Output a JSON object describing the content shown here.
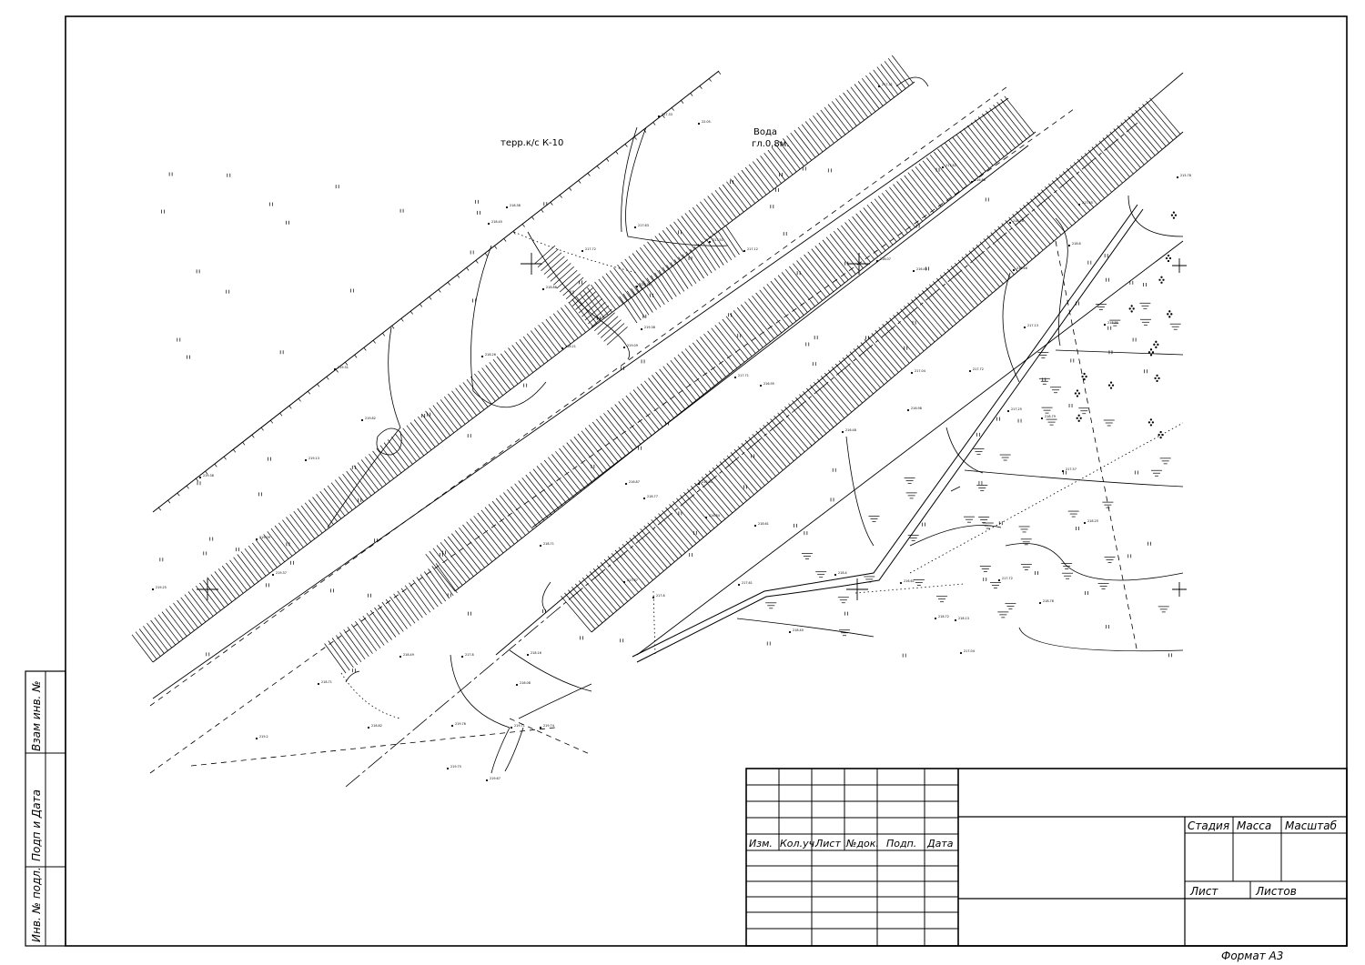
{
  "stamp": {
    "vzam_inv": "Взам инв. №",
    "podp_data": "Подп и Дата",
    "inv_podl": "Инв. № подл."
  },
  "title_block": {
    "columns": [
      "Изм.",
      "Кол.уч.",
      "Лист",
      "№док.",
      "Подп.",
      "Дата"
    ],
    "stage": "Стадия",
    "mass": "Масса",
    "scale": "Масштаб",
    "sheet": "Лист",
    "sheets": "Листов"
  },
  "format_label": "Формат    А3",
  "map": {
    "notes": {
      "terrace": "терр.к/с К-10",
      "water": "Вода",
      "water_level": "гл.0,8м."
    },
    "elevations": [
      "217.33",
      "22.05.",
      "217.31",
      "218.38",
      "218.45",
      "217.72",
      "217.63",
      "217.51",
      "217.12",
      "218.88",
      "217.76",
      "219.38",
      "218.21",
      "219.09",
      "218.26",
      "219.31",
      "219.82",
      "219.13",
      "219.38",
      "219.09",
      "219.25",
      "219.37",
      "218.71",
      "219.2",
      "218.82",
      "219.76",
      "219.74",
      "219.71",
      "219.75",
      "219.67",
      "218.49",
      "217.8",
      "218.16",
      "218.08",
      "216.88",
      "216.98",
      "217.65",
      "216.46",
      "218.6",
      "217.13",
      "217.31",
      "217.72",
      "217.04",
      "216.98",
      "216.48",
      "218.79",
      "217.25",
      "217.57",
      "218.25",
      "216.61",
      "218.13",
      "217.72",
      "218.78",
      "218.72",
      "217.04",
      "218.40",
      "217.61",
      "218.4",
      "218.61",
      "218.91",
      "218.77",
      "216.87",
      "216.84",
      "215.78",
      "218.71",
      "217.67",
      "217.8",
      "216.95",
      "217.71",
      "216.48",
      "218.07",
      "217.82"
    ]
  }
}
